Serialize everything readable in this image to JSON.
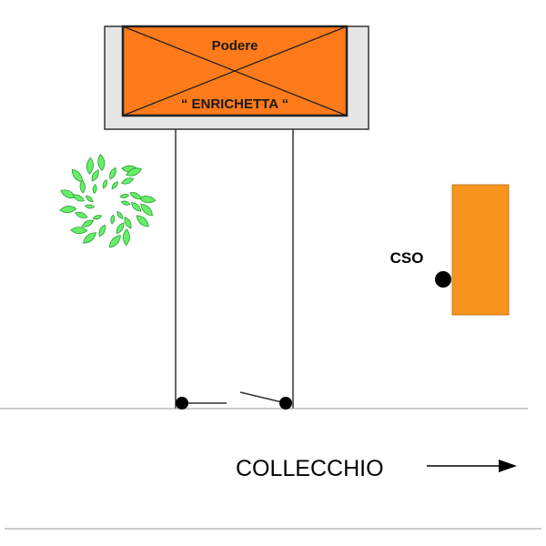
{
  "sign": {
    "line1": "Podere",
    "line2": "“ ENRICHETTA “"
  },
  "cso_label": "CSO",
  "direction_label": "COLLECCHIO",
  "colors": {
    "sign_fill": "#ff7a1a",
    "sign_backing": "#e6e6e6",
    "building_fill": "#f7941d",
    "tree_fill": "#66ee66",
    "tree_stroke": "#2e9e3e",
    "line": "#333333",
    "road": "#999999"
  }
}
